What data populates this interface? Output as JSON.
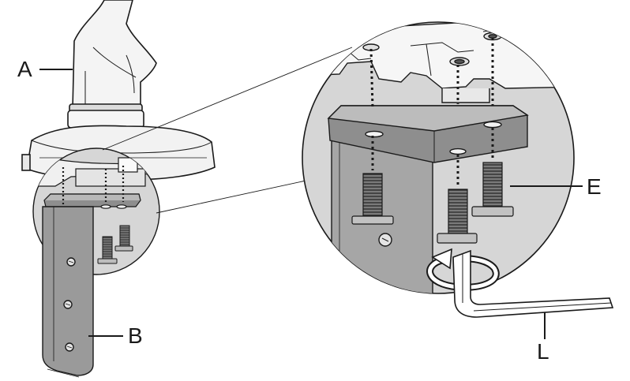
{
  "diagram": {
    "callouts": {
      "a": "A",
      "b": "B",
      "e": "E",
      "l": "L"
    },
    "colors": {
      "line": "#1a1a1a",
      "zoom_fill": "#d6d6d6",
      "part_fill": "#ececec",
      "dark_part": "#8a8a8a",
      "bracket_fill": "#9a9a9a"
    },
    "icons": [
      "rotation-arrow-icon"
    ]
  }
}
